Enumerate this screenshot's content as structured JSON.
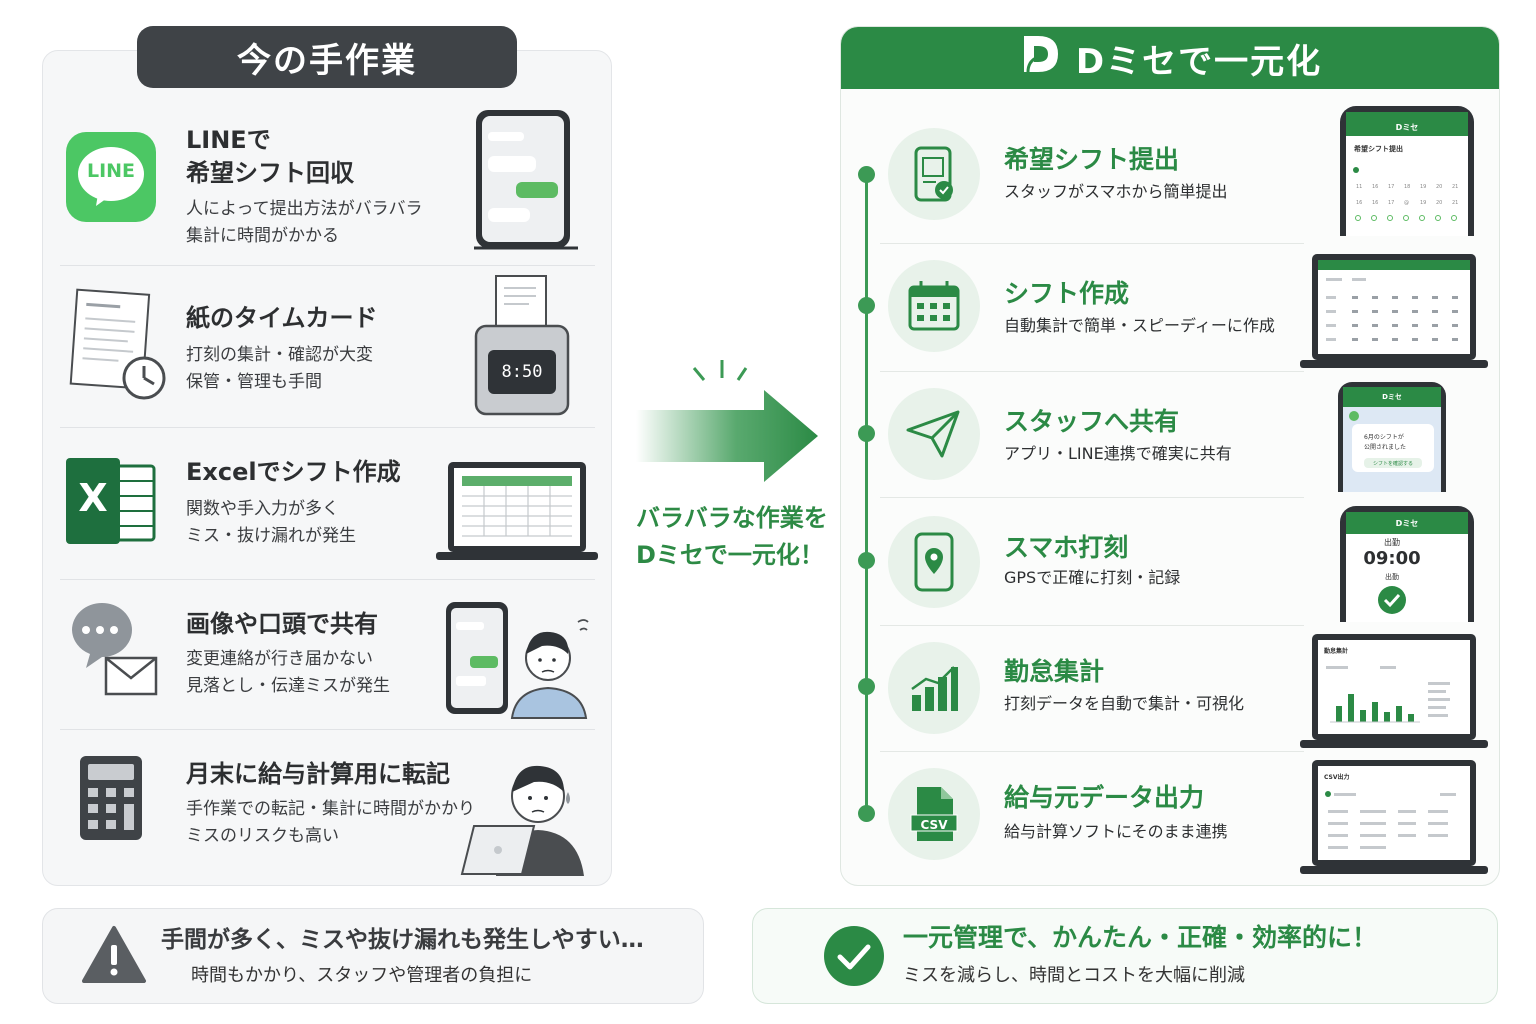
{
  "left": {
    "header": "今の手作業",
    "items": [
      {
        "title_line1": "LINEで",
        "title_line2": "希望シフト回収",
        "desc1": "人によって提出方法がバラバラ",
        "desc2": "集計に時間がかかる",
        "icon": "line-icon",
        "icon_text": "LINE"
      },
      {
        "title_line1": "紙のタイムカード",
        "desc1": "打刻の集計・確認が大変",
        "desc2": "保管・管理も手間",
        "icon": "paper-timecard-icon",
        "device_text": "8:50"
      },
      {
        "title_line1": "Excelでシフト作成",
        "desc1": "関数や手入力が多く",
        "desc2": "ミス・抜け漏れが発生",
        "icon": "excel-icon",
        "icon_text": "X"
      },
      {
        "title_line1": "画像や口頭で共有",
        "desc1": "変更連絡が行き届かない",
        "desc2": "見落とし・伝達ミスが発生",
        "icon": "chat-mail-icon"
      },
      {
        "title_line1": "月末に給与計算用に転記",
        "desc1": "手作業での転記・集計に時間がかかり",
        "desc2": "ミスのリスクも高い",
        "icon": "calculator-icon"
      }
    ]
  },
  "arrow": {
    "line1": "バラバラな作業を",
    "line2": "Dミセで一元化！"
  },
  "right": {
    "header": "Dミセで一元化",
    "items": [
      {
        "title": "希望シフト提出",
        "desc": "スタッフがスマホから簡単提出",
        "icon": "shift-request-icon"
      },
      {
        "title": "シフト作成",
        "desc": "自動集計で簡単・スピーディーに作成",
        "icon": "calendar-icon"
      },
      {
        "title": "スタッフへ共有",
        "desc": "アプリ・LINE連携で確実に共有",
        "icon": "paper-plane-icon"
      },
      {
        "title": "スマホ打刻",
        "desc": "GPSで正確に打刻・記録",
        "icon": "phone-location-icon"
      },
      {
        "title": "勤怠集計",
        "desc": "打刻データを自動で集計・可視化",
        "icon": "bar-chart-icon"
      },
      {
        "title": "給与元データ出力",
        "desc": "給与計算ソフトにそのまま連携",
        "icon": "csv-file-icon",
        "icon_text": "CSV"
      }
    ],
    "screens": {
      "app_name": "Dミセ",
      "shift_submit_title": "希望シフト提出",
      "share_message_1": "6月のシフトが",
      "share_message_2": "公開されました",
      "share_button": "シフトを確認する",
      "clock_label": "出勤",
      "clock_time": "09:00",
      "clock_sub": "出勤",
      "attendance_title": "勤怠集計",
      "csv_title": "CSV出力"
    }
  },
  "bottom": {
    "left_title": "手間が多く、ミスや抜け漏れも発生しやすい…",
    "left_sub": "時間もかかり、スタッフや管理者の負担に",
    "right_title": "一元管理で、かんたん・正確・効率的に！",
    "right_sub": "ミスを減らし、時間とコストを大幅に削減"
  },
  "colors": {
    "brand_green": "#2b8a45",
    "dark_header": "#3f4347",
    "line_green": "#4cc764",
    "excel_green": "#1e6f3e"
  }
}
